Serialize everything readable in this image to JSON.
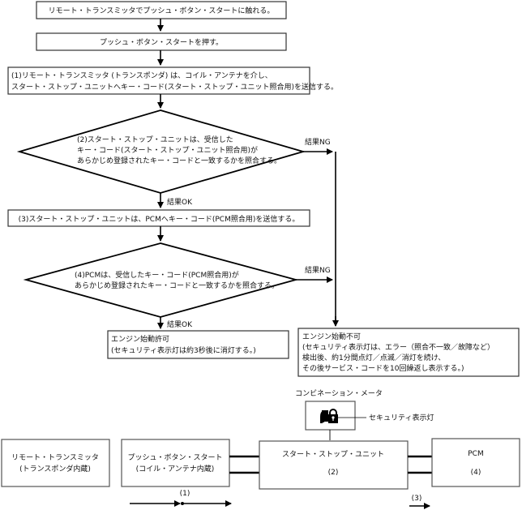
{
  "flowchart": {
    "steps": [
      {
        "id": "touch",
        "lines": [
          "リモート・トランスミッタでプッシュ・ボタン・スタートに触れる。"
        ]
      },
      {
        "id": "press",
        "lines": [
          "プッシュ・ボタン・スタートを押す。"
        ]
      },
      {
        "id": "step1",
        "lines": [
          "(1)リモート・トランスミッタ (トランスポンダ) は、コイル・アンテナを介し、",
          "スタート・ストップ・ユニットへキー・コード(スタート・ストップ・ユニット照合用)を送信する。"
        ]
      },
      {
        "id": "step2",
        "type": "decision",
        "lines": [
          "(2)スタート・ストップ・ユニットは、受信した",
          "キー・コード(スタート・ストップ・ユニット照合用)が",
          "あらかじめ登録されたキー・コードと一致するかを照合する。"
        ]
      },
      {
        "id": "step3",
        "lines": [
          "(3)スタート・ストップ・ユニットは、PCMへキー・コード(PCM照合用)を送信する。"
        ]
      },
      {
        "id": "step4",
        "type": "decision",
        "lines": [
          "(4)PCMは、受信したキー・コード(PCM照合用)が",
          "あらかじめ登録されたキー・コードと一致するかを照合する。"
        ]
      }
    ],
    "labels": {
      "ng1": "結果NG",
      "ok1": "結果OK",
      "ng2": "結果NG",
      "ok2": "結果OK"
    },
    "result_ok": {
      "lines": [
        "エンジン始動許可",
        "(セキュリティ表示灯は約3秒後に消灯する。)"
      ]
    },
    "result_ng": {
      "lines": [
        "エンジン始動不可",
        "(セキュリティ表示灯は、エラー（照合不一致／故障など）",
        "検出後、約1分間点灯／点滅／消灯を続け、",
        "その後サービス・コードを10回繰返し表示する。)"
      ]
    }
  },
  "system_diagram": {
    "meter_label": "コンビネーション・メータ",
    "security_lamp_label": "セキュリティ表示灯",
    "security_icon": "car-lock-icon",
    "transmitter": [
      "リモート・トランスミッタ",
      "(トランスポンダ内蔵)"
    ],
    "push_button": [
      "プッシュ・ボタン・スタート",
      "(コイル・アンテナ内蔵)"
    ],
    "start_stop_unit": [
      "スタート・ストップ・ユニット",
      "(2)"
    ],
    "pcm": [
      "PCM",
      "(4)"
    ],
    "arrow1_label": "(1)",
    "arrow3_label": "(3)"
  }
}
